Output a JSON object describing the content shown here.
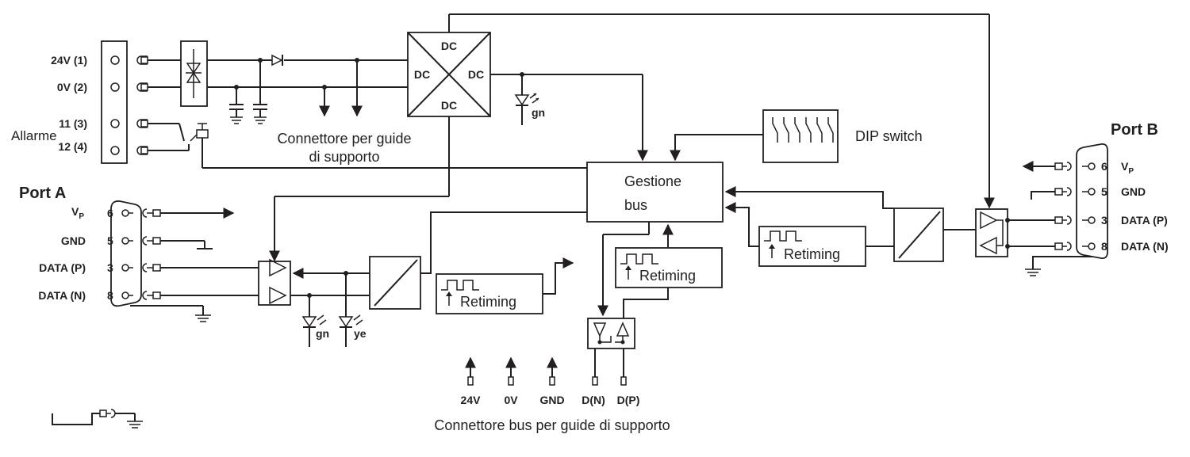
{
  "terminals": {
    "t24v": "24V (1)",
    "t0v": "0V (2)",
    "t11": "11 (3)",
    "t12": "12 (4)",
    "alarm": "Allarme"
  },
  "dcdc": {
    "top": "DC",
    "left": "DC",
    "right": "DC",
    "bottom": "DC"
  },
  "labels": {
    "connector_line1": "Connettore per guide",
    "connector_line2": "di supporto",
    "dip_switch": "DIP switch",
    "gestione_line1": "Gestione",
    "gestione_line2": "bus",
    "retiming": "Retiming",
    "led_gn": "gn",
    "led_ye": "ye",
    "bus_connector": "Connettore bus per guide di supporto"
  },
  "port_a": {
    "title": "Port A",
    "vp_main": "V",
    "vp_sub": "P",
    "gnd": "GND",
    "data_p": "DATA (P)",
    "data_n": "DATA (N)",
    "pin6": "6",
    "pin5": "5",
    "pin3": "3",
    "pin8": "8"
  },
  "port_b": {
    "title": "Port B",
    "vp_main": "V",
    "vp_sub": "P",
    "gnd": "GND",
    "data_p": "DATA (P)",
    "data_n": "DATA (N)",
    "pin6": "6",
    "pin5": "5",
    "pin3": "3",
    "pin8": "8"
  },
  "bus_pins": {
    "v24": "24V",
    "v0": "0V",
    "gnd": "GND",
    "dn": "D(N)",
    "dp": "D(P)"
  }
}
